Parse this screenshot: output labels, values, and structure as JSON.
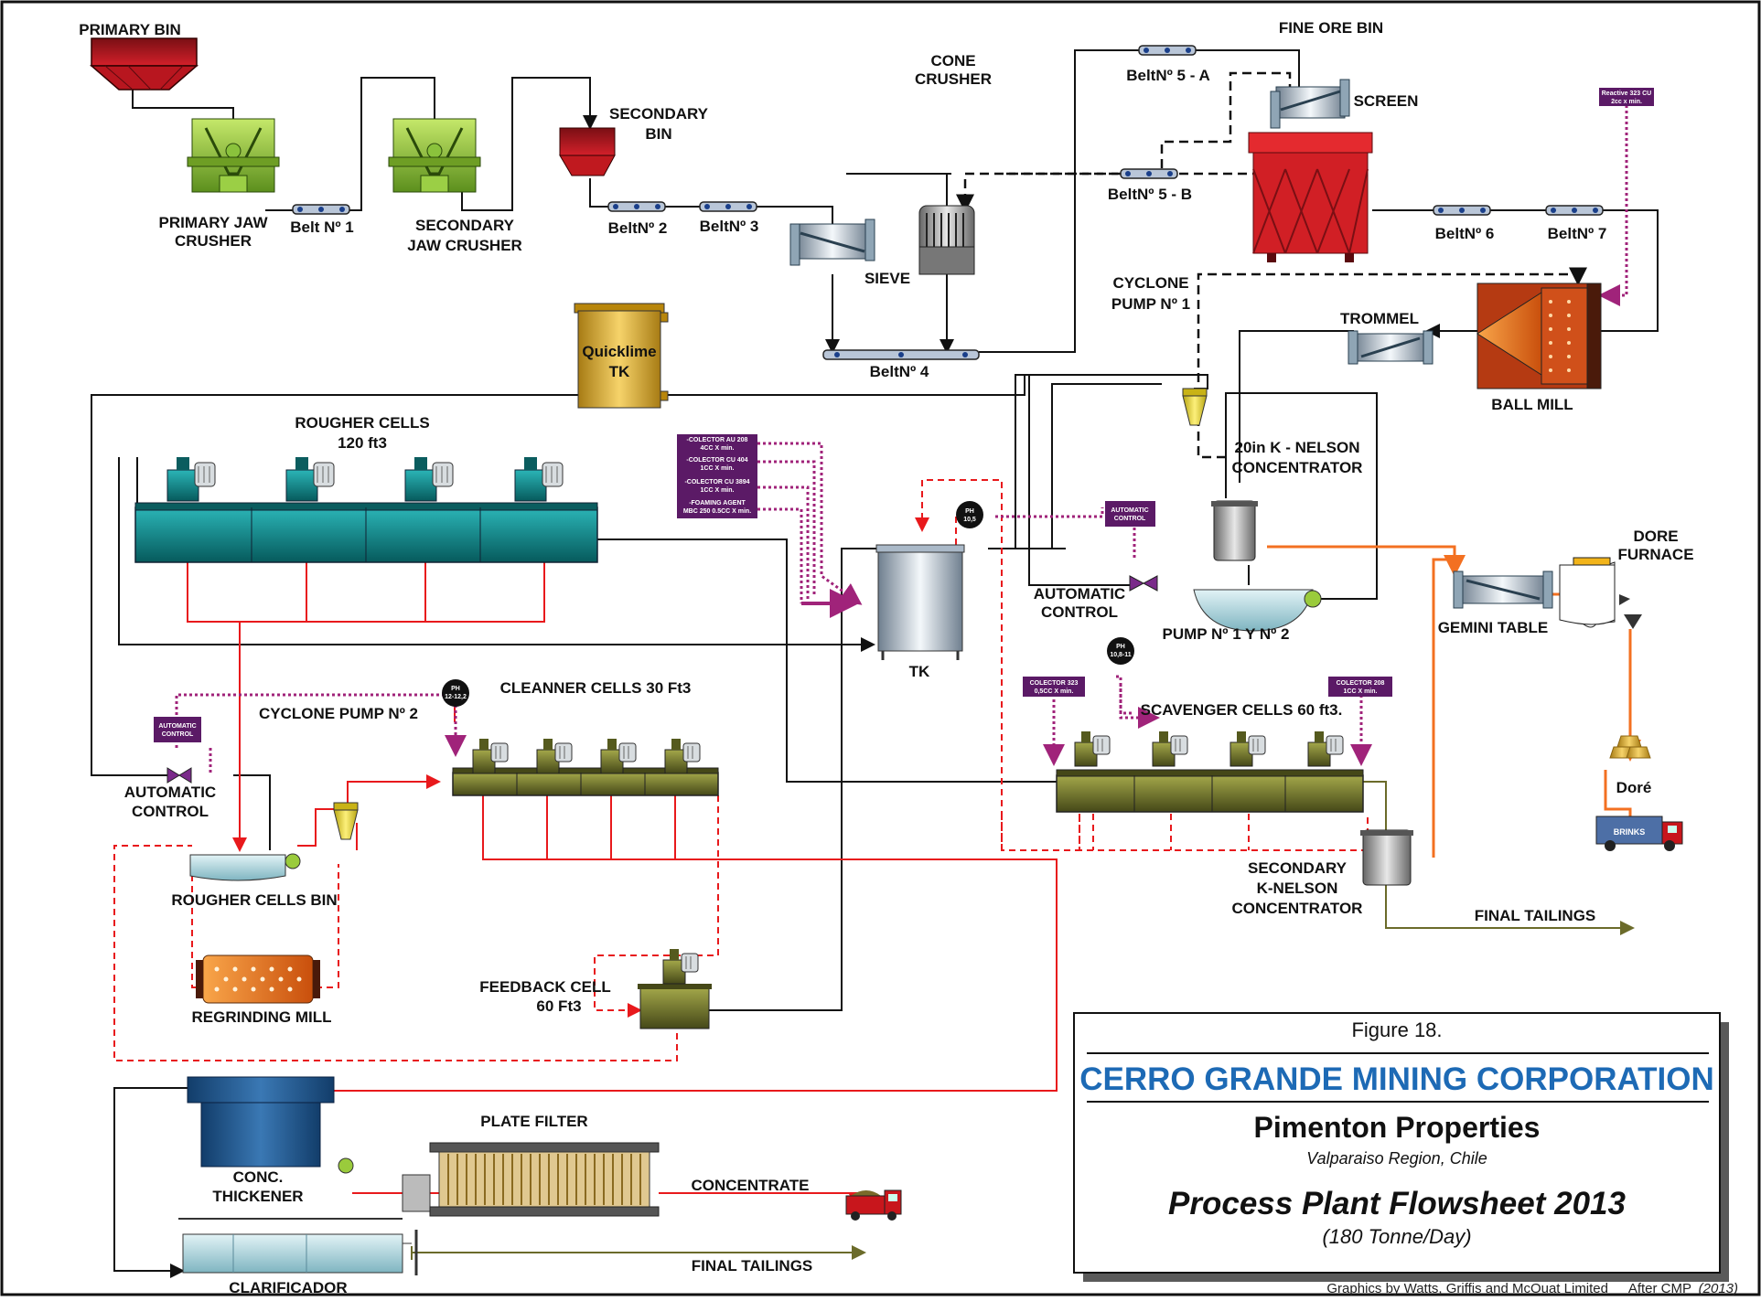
{
  "labels": {
    "primary_bin": "PRIMARY BIN",
    "primary_jaw_1": "PRIMARY JAW",
    "primary_jaw_2": "CRUSHER",
    "belt1": "Belt Nº 1",
    "secondary_jaw_1": "SECONDARY",
    "secondary_jaw_2": "JAW CRUSHER",
    "secondary_bin_1": "SECONDARY",
    "secondary_bin_2": "BIN",
    "belt2": "BeltNº 2",
    "belt3": "BeltNº 3",
    "cone_crusher_1": "CONE",
    "cone_crusher_2": "CRUSHER",
    "sieve": "SIEVE",
    "belt4": "BeltNº 4",
    "fine_ore_bin": "FINE ORE BIN",
    "belt5a": "BeltNº 5 - A",
    "belt5b": "BeltNº 5 - B",
    "screen": "SCREEN",
    "belt6": "BeltNº 6",
    "belt7": "BeltNº 7",
    "cyclone_pump1_1": "CYCLONE",
    "cyclone_pump1_2": "PUMP  Nº 1",
    "trommel": "TROMMEL",
    "ball_mill": "BALL MILL",
    "knelson_1": "20in K - NELSON",
    "knelson_2": "CONCENTRATOR",
    "quicklime_1": "Quicklime",
    "quicklime_2": "TK",
    "rougher_cells_1": "ROUGHER CELLS",
    "rougher_cells_2": "120 ft3",
    "tk": "TK",
    "automatic_control_1": "AUTOMATIC",
    "automatic_control_2": "CONTROL",
    "pump12": "PUMP Nº 1 Y Nº 2",
    "gemini_table": "GEMINI TABLE",
    "dore_furnace_1": "DORE",
    "dore_furnace_2": "FURNACE",
    "dore": "Doré",
    "brinks": "BRINKS",
    "cleaner_cells": "CLEANNER CELLS  30 Ft3",
    "cyclone_pump2": "CYCLONE PUMP Nº 2",
    "scavenger_cells": "SCAVENGER CELLS  60 ft3.",
    "rougher_bin": "ROUGHER CELLS BIN",
    "regrinding_mill": "REGRINDING MILL",
    "feedback_cell_1": "FEEDBACK CELL",
    "feedback_cell_2": "60 Ft3",
    "secondary_knelson_1": "SECONDARY",
    "secondary_knelson_2": "K-NELSON",
    "secondary_knelson_3": "CONCENTRATOR",
    "final_tailings": "FINAL TAILINGS",
    "conc_thickener_1": "CONC.",
    "conc_thickener_2": "THICKENER",
    "plate_filter": "PLATE FILTER",
    "concentrate": "CONCENTRATE",
    "clarificador": "CLARIFICADOR"
  },
  "reagents": {
    "reactive_1": "Reactive 323 CU",
    "reactive_2": "2cc x min.",
    "col_au_1": "-COLECTOR AU 208",
    "col_au_2": "4CC X min.",
    "col_cu404_1": "-COLECTOR CU 404",
    "col_cu404_2": "1CC X min.",
    "col_cu3894_1": "-COLECTOR CU 3894",
    "col_cu3894_2": "1CC X min.",
    "foam_1": "-FOAMING AGENT",
    "foam_2": "MBC 250 0.5CC X min.",
    "col323_1": "COLECTOR 323",
    "col323_2": "0,5CC X min.",
    "col208_1": "COLECTOR 208",
    "col208_2": "1CC X min.",
    "auto_ctrl_1": "AUTOMATIC",
    "auto_ctrl_2": "CONTROL"
  },
  "ph": {
    "ph1_1": "PH",
    "ph1_2": "10,5",
    "ph2_1": "PH",
    "ph2_2": "12-12,2",
    "ph3_1": "PH",
    "ph3_2": "10,8-11"
  },
  "titleblock": {
    "figure": "Figure 18.",
    "company": "CERRO GRANDE MINING CORPORATION",
    "property": "Pimenton Properties",
    "region": "Valparaiso Region, Chile",
    "title": "Process Plant Flowsheet 2013",
    "capacity": "(180 Tonne/Day)"
  },
  "credits": {
    "graphics": "Graphics by Watts, Griffis and McOuat Limited",
    "after": "After CMP",
    "year": "(2013)"
  },
  "colors": {
    "red_line": "#e8191c",
    "black_line": "#111111",
    "purple_line": "#a0237a",
    "orange_line": "#f37021",
    "tailings_line": "#6b6b2a",
    "company_blue": "#1d6ab5",
    "cell_teal": "#0f8a8c",
    "cell_olive": "#6a6e2a"
  }
}
